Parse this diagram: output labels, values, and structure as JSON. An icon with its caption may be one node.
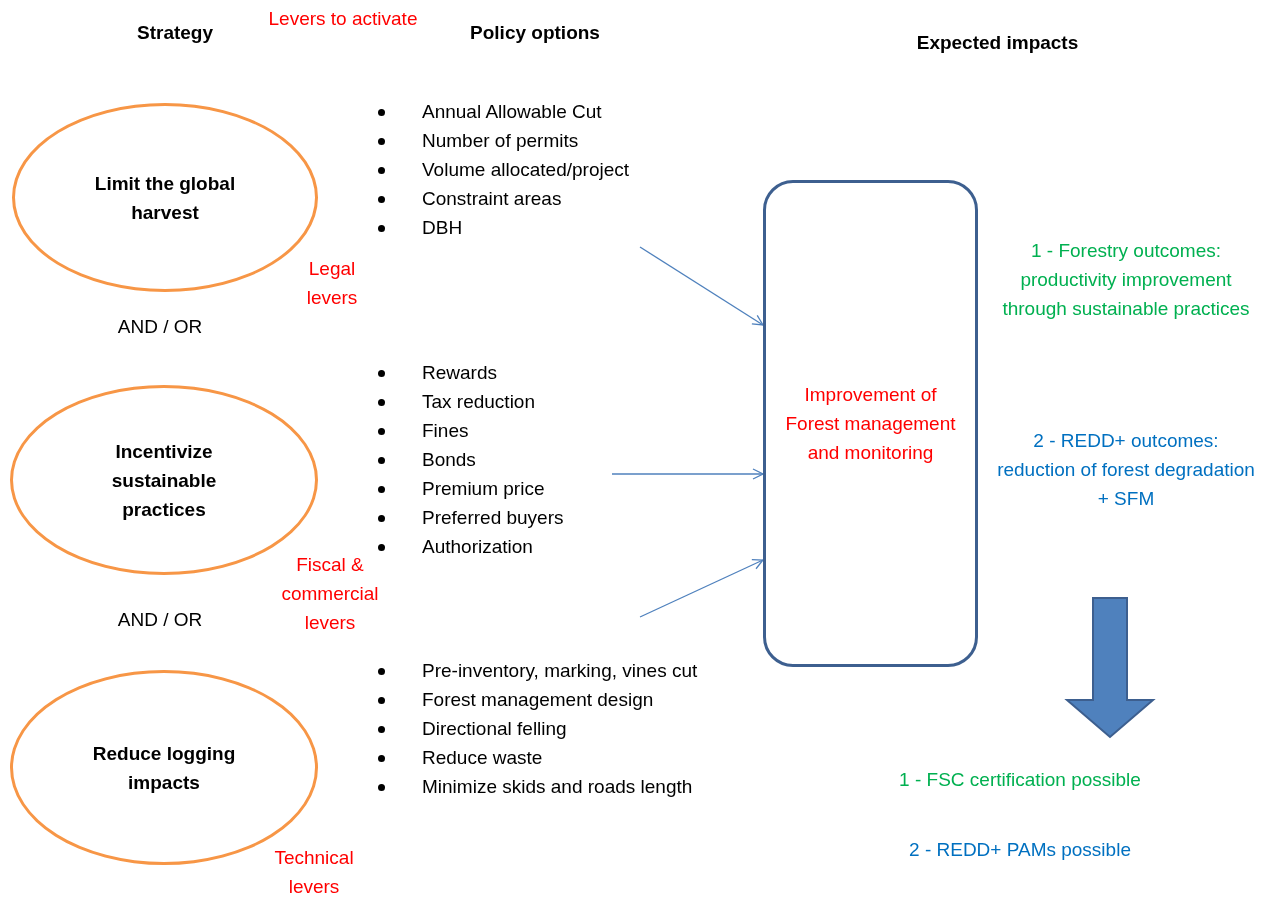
{
  "diagram": {
    "nodes": [
      {
        "text": [
          "Limit the global harvest"
        ]
      },
      {
        "text": [
          "Incentivize sustainable practices"
        ]
      },
      {
        "text": [
          "Reduce logging impacts"
        ]
      },
      {
        "text": [
          "Annual Allowable Cut",
          "Number of permits",
          "Volume allocated/project",
          "Constraint areas",
          "DBH"
        ]
      },
      {
        "text": [
          "Rewards",
          "Tax reduction",
          "Fines",
          "Bonds",
          "Premium price",
          "Preferred buyers",
          "Authorization"
        ]
      },
      {
        "text": [
          "Pre-inventory, marking, vines cut",
          "Forest management design",
          "Directional felling",
          "Reduce waste",
          "Minimize skids and roads length"
        ]
      },
      {
        "text": [
          "Improvement of Forest management and monitoring"
        ]
      },
      {
        "text": [
          "1 - Forestry outcomes: productivity improvement through sustainable practices",
          "2 - REDD+ outcomes: reduction of forest degradation + SFM"
        ]
      },
      {
        "text": [
          "1 - FSC certification possible",
          "2 - REDD+ PAMs possible"
        ]
      }
    ],
    "edges": [
      {
        "from": 3,
        "to": 6,
        "arrow": "to"
      },
      {
        "from": 4,
        "to": 6,
        "arrow": "to"
      },
      {
        "from": 5,
        "to": 6,
        "arrow": "to"
      },
      {
        "from": 7,
        "to": 8,
        "arrow": "to",
        "style": "thick"
      }
    ],
    "labels": [
      "Strategy",
      "Levers to activate",
      "Policy options",
      "Expected impacts",
      "Legal levers",
      "AND / OR",
      "Fiscal & commercial levers",
      "AND / OR",
      "Technical levers"
    ]
  }
}
